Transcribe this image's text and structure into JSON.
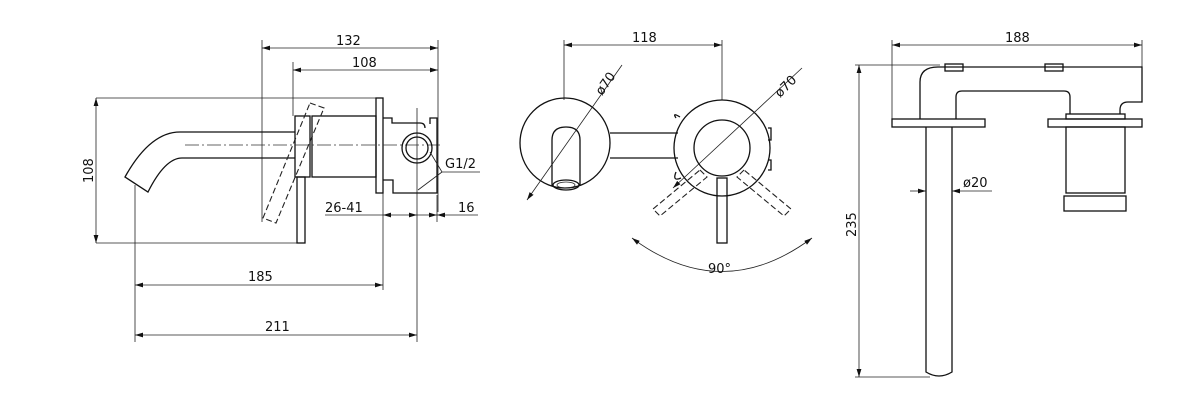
{
  "side_view": {
    "dim_overall_top": "132",
    "dim_body_top": "108",
    "dim_height": "108",
    "thread": "G1/2",
    "dim_wall_range": "26-41",
    "dim_right": "16",
    "dim_spout_reach": "185",
    "dim_total_reach": "211"
  },
  "front_view": {
    "dim_center_distance": "118",
    "dim_plate_left": "ø70",
    "dim_plate_right": "ø70",
    "dim_handle_angle": "90°"
  },
  "top_view": {
    "dim_width": "188",
    "dim_length": "235",
    "dim_spout_diameter": "ø20"
  },
  "colors": {
    "line": "#111111",
    "background": "#ffffff"
  }
}
